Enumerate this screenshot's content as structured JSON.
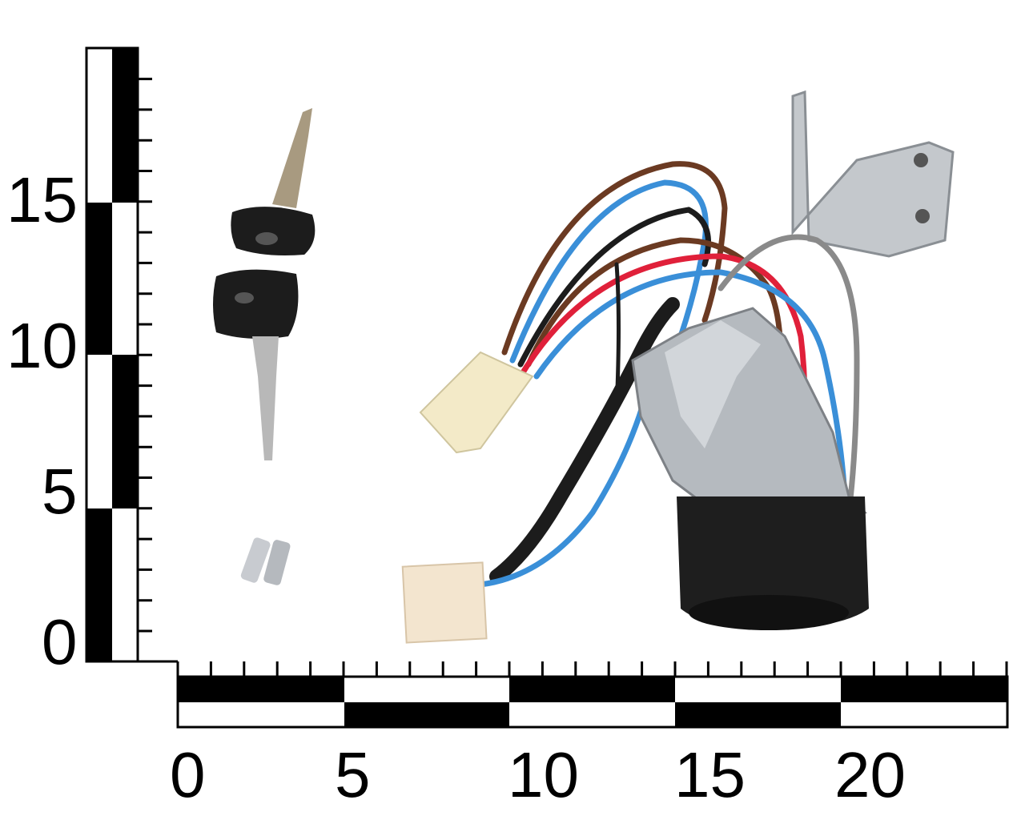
{
  "vertical_scale": {
    "labels": [
      "15",
      "10",
      "5",
      "0"
    ],
    "unit_step_cm": 5
  },
  "horizontal_scale": {
    "labels": [
      "0",
      "5",
      "10",
      "15",
      "20"
    ],
    "unit_step_cm": 5
  },
  "colors": {
    "scale_black": "#000000",
    "scale_white": "#ffffff",
    "wire_red": "#e0203a",
    "wire_blue": "#3a8fd8",
    "wire_brown": "#6b3a22",
    "wire_grey": "#8a8a8a"
  }
}
